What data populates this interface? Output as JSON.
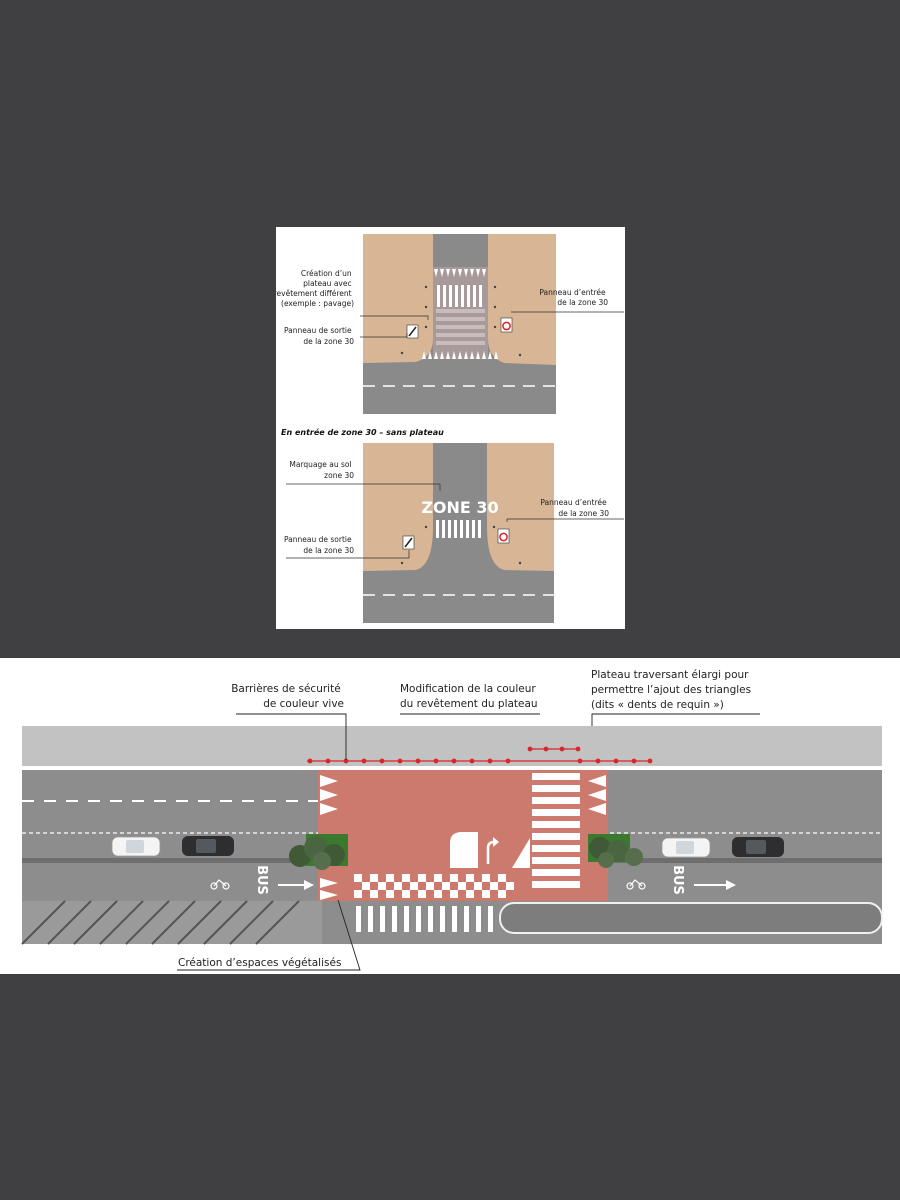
{
  "top_diagram": {
    "plateau_label": [
      "Création d’un",
      "plateau avec",
      "revêtement différent",
      "(exemple : pavage)"
    ],
    "exit_sign_label": [
      "Panneau de sortie",
      "de la zone 30"
    ],
    "entry_sign_label": [
      "Panneau d’entrée",
      "de la zone 30"
    ],
    "caption": "En entrée de zone 30 – sans plateau",
    "marking_label": [
      "Marquage au sol",
      "zone 30"
    ],
    "exit_sign_label_2": [
      "Panneau de sortie",
      "de la zone 30"
    ],
    "entry_sign_label_2": [
      "Panneau d’entrée",
      "de la zone 30"
    ],
    "road_marking_text": "ZONE 30"
  },
  "bottom_diagram": {
    "barriers_label": [
      "Barrières de sécurité",
      "de couleur vive"
    ],
    "color_label": [
      "Modification de la couleur",
      "du revêtement du plateau"
    ],
    "widened_label": [
      "Plateau traversant élargi pour",
      "permettre l’ajout des triangles",
      "(dits « dents de requin »)"
    ],
    "vegetation_label": "Création d’espaces végétalisés",
    "bus_text_left": "BUS",
    "bus_text_right": "BUS"
  },
  "colors": {
    "background": "#404042",
    "sidewalk": "#d7b595",
    "road": "#8a8a8a",
    "plateau": "#cc7a6e",
    "barrier": "#d8262b"
  }
}
